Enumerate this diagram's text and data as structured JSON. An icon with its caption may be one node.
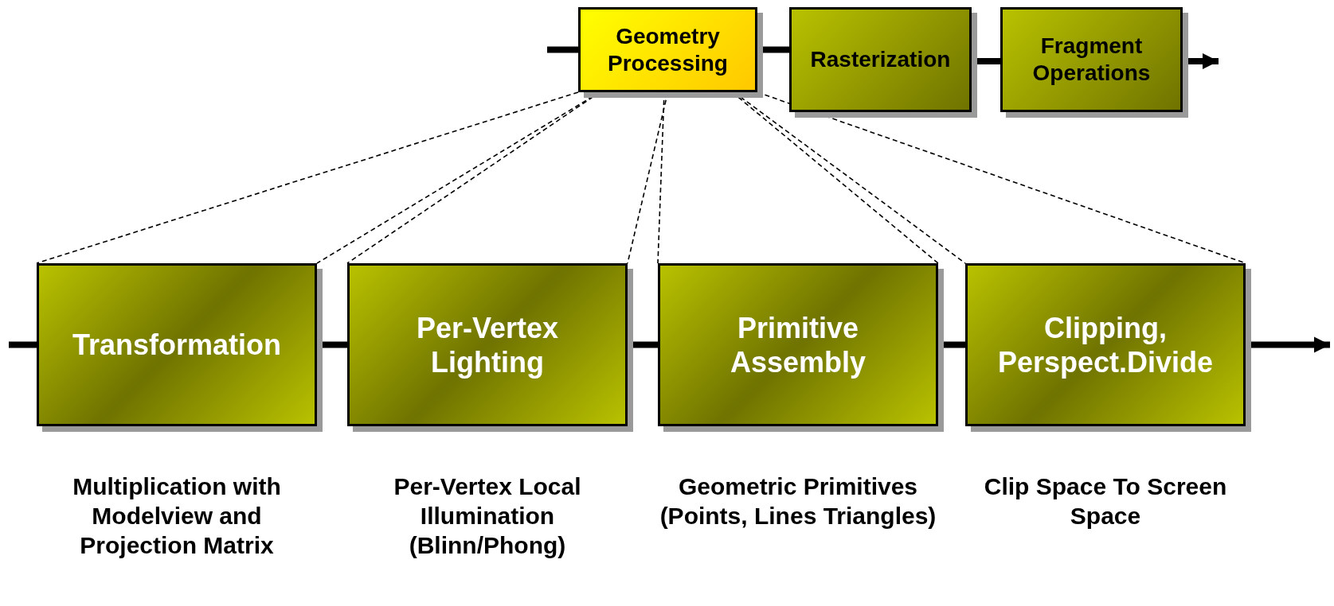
{
  "diagram": {
    "nodes": [
      {
        "text": [
          "Geometry Processing"
        ]
      },
      {
        "text": [
          "Rasterization"
        ]
      },
      {
        "text": [
          "Fragment Operations"
        ]
      },
      {
        "text": [
          "Transformation"
        ],
        "beside": [
          "Multiplication with Modelview and Projection Matrix"
        ]
      },
      {
        "text": [
          "Per-Vertex Lighting"
        ],
        "beside": [
          "Per-Vertex Local Illumination (Blinn/Phong)"
        ]
      },
      {
        "text": [
          "Primitive Assembly"
        ],
        "beside": [
          "Geometric Primitives (Points, Lines Triangles)"
        ]
      },
      {
        "text": [
          "Clipping, Perspect.Divide"
        ],
        "beside": [
          "Clip Space To Screen Space"
        ]
      }
    ],
    "edges": [
      {
        "from": null,
        "to": 0,
        "arrow": "none"
      },
      {
        "from": 0,
        "to": 1,
        "arrow": "none"
      },
      {
        "from": 1,
        "to": 2,
        "arrow": "none"
      },
      {
        "from": 2,
        "to": null,
        "arrow": "to"
      },
      {
        "from": null,
        "to": 3,
        "arrow": "none"
      },
      {
        "from": 3,
        "to": 4,
        "arrow": "none"
      },
      {
        "from": 4,
        "to": 5,
        "arrow": "none"
      },
      {
        "from": 5,
        "to": 6,
        "arrow": "none"
      },
      {
        "from": 6,
        "to": null,
        "arrow": "to"
      },
      {
        "from": 0,
        "to": 3,
        "arrow": "none",
        "style": "dashed"
      },
      {
        "from": 0,
        "to": 3,
        "arrow": "none",
        "style": "dashed"
      },
      {
        "from": 0,
        "to": 4,
        "arrow": "none",
        "style": "dashed"
      },
      {
        "from": 0,
        "to": 4,
        "arrow": "none",
        "style": "dashed"
      },
      {
        "from": 0,
        "to": 5,
        "arrow": "none",
        "style": "dashed"
      },
      {
        "from": 0,
        "to": 5,
        "arrow": "none",
        "style": "dashed"
      },
      {
        "from": 0,
        "to": 6,
        "arrow": "none",
        "style": "dashed"
      },
      {
        "from": 0,
        "to": 6,
        "arrow": "none",
        "style": "dashed"
      }
    ]
  }
}
